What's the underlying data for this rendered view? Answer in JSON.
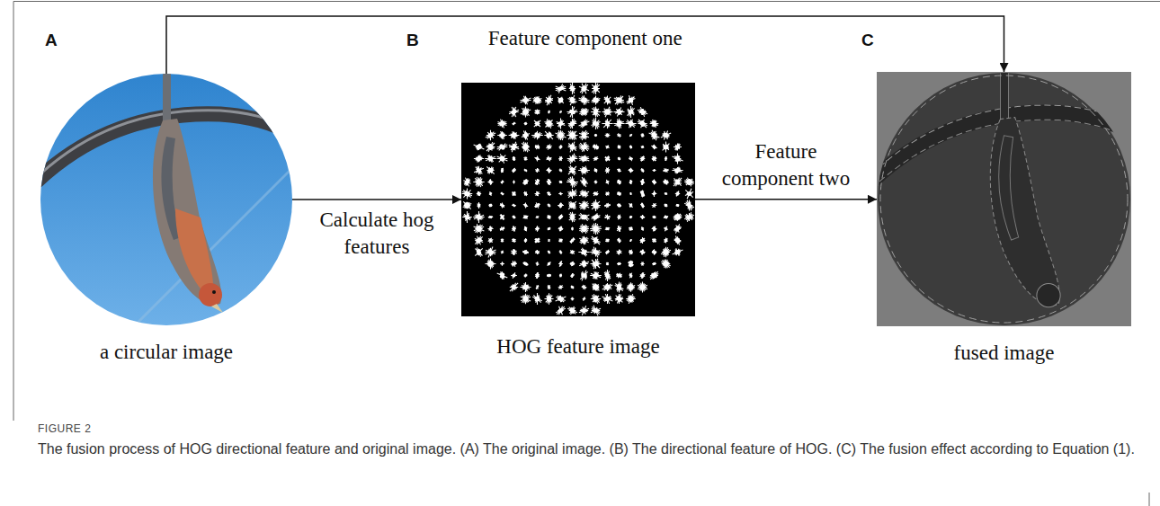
{
  "diagram": {
    "caption": "The fusion process of HOG directional feature and original image. (A) The original image. (B) The directional feature of HOG. (C) The fusion effect according to Equation (1).",
    "nodes": [
      {
        "text": [
          "a circular image"
        ]
      },
      {
        "text": [
          "HOG feature image"
        ]
      },
      {
        "text": [
          "fused image"
        ]
      }
    ],
    "edges": [
      {
        "from": 0,
        "to": 1,
        "label": "Calculate hog features",
        "arrow": "to"
      },
      {
        "from": 1,
        "to": 2,
        "label": "Feature component two",
        "arrow": "to"
      },
      {
        "from": 0,
        "to": 2,
        "label": "Feature component one",
        "arrow": "to"
      }
    ],
    "labels": [
      "A",
      "B",
      "C",
      "FIGURE 2"
    ]
  }
}
